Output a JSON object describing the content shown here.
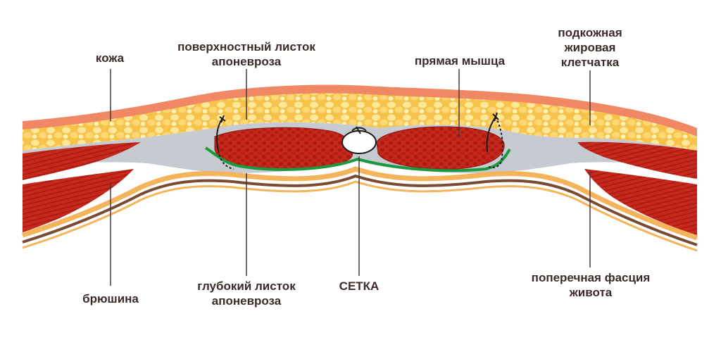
{
  "labels": {
    "skin": "кожа",
    "superficial_line1": "поверхностный листок",
    "superficial_line2": "апоневроза",
    "rectus": "прямая мышца",
    "subcut_line1": "подкожная",
    "subcut_line2": "жировая",
    "subcut_line3": "клетчатка",
    "peritoneum": "брюшина",
    "deep_line1": "глубокий листок",
    "deep_line2": "апоневроза",
    "mesh": "СЕТКА",
    "fascia_line1": "поперечная фасция",
    "fascia_line2": "живота"
  },
  "colors": {
    "skin": "#f08866",
    "fat": "#f6c24a",
    "fat_cell": "#fde89a",
    "muscle": "#c7281c",
    "muscle_dark": "#8e140c",
    "aponeurosis": "#c6cbd2",
    "fascia": "#f4b45c",
    "peritoneum": "#7a4b33",
    "mesh": "#1a9a3c",
    "suture": "#1a1a1a",
    "pointer": "#4a3a3a",
    "text": "#3b2a2a"
  }
}
